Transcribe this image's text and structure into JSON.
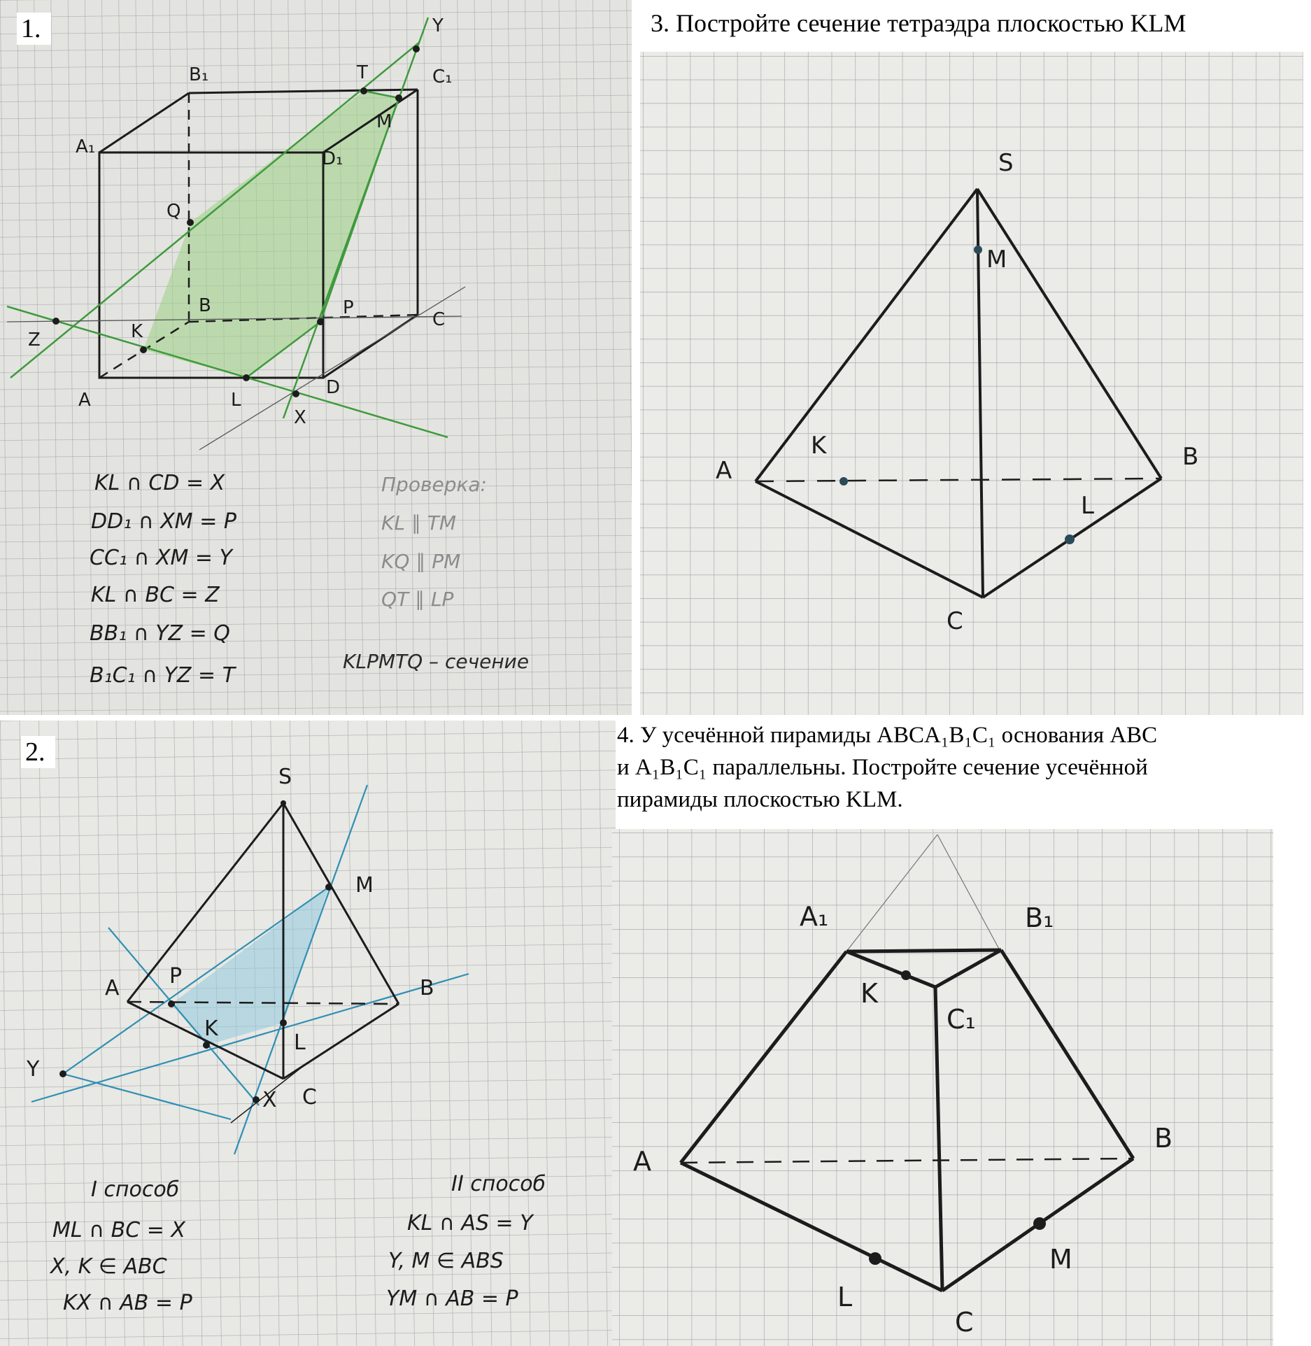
{
  "problems": [
    {
      "number": "1.",
      "vertices": {
        "A": "A",
        "B": "B",
        "C": "C",
        "D": "D",
        "A1": "A₁",
        "B1": "B₁",
        "C1": "C₁",
        "D1": "D₁"
      },
      "points": {
        "K": "K",
        "L": "L",
        "M": "M",
        "P": "P",
        "Q": "Q",
        "T": "T",
        "X": "X",
        "Y": "Y",
        "Z": "Z"
      },
      "solution_steps": [
        "KL ∩ CD = X",
        "DD₁ ∩ XM = P",
        "CC₁ ∩ XM = Y",
        "KL ∩ BC = Z",
        "BB₁ ∩ YZ = Q",
        "B₁C₁ ∩ YZ = T"
      ],
      "check_title": "Проверка:",
      "check_lines": [
        "KL ∥ TM",
        "KQ ∥ PM",
        "QT ∥ LP"
      ],
      "conclusion": "KLPMTQ – сечение"
    },
    {
      "number": "2.",
      "vertices": {
        "S": "S",
        "A": "A",
        "B": "B",
        "C": "C"
      },
      "points": {
        "M": "M",
        "P": "P",
        "K": "K",
        "L": "L",
        "X": "X",
        "Y": "Y"
      },
      "method1_title": "I способ",
      "method1_lines": [
        "ML ∩ BC = X",
        "X, K ∈ ABC",
        "KX ∩ AB = P"
      ],
      "method2_title": "II способ",
      "method2_lines": [
        "KL ∩ AS = Y",
        "Y, M ∈ ABS",
        "YM ∩ AB = P"
      ]
    },
    {
      "number": "3.",
      "statement": "Постройте сечение тетраэдра плоскостью KLM",
      "vertices": {
        "S": "S",
        "A": "A",
        "B": "B",
        "C": "C"
      },
      "points": {
        "K": "K",
        "L": "L",
        "M": "M"
      }
    },
    {
      "number": "4.",
      "statement_lines": [
        "У усечённой пирамиды ABCA₁B₁C₁ основания ABC",
        "и A₁B₁C₁ параллельны. Постройте сечение усечённой",
        "пирамиды плоскостью KLM."
      ],
      "vertices": {
        "A": "A",
        "B": "B",
        "C": "C",
        "A1": "A₁",
        "B1": "B₁",
        "C1": "C₁"
      },
      "points": {
        "K": "K",
        "L": "L",
        "M": "M"
      }
    }
  ],
  "colors": {
    "paper": "#ebebe7",
    "grid": "#a9adb0",
    "ink": "#1c1c1c",
    "green": "#3f9a3c",
    "green_fill": "#9ccf85",
    "blue": "#2f8fb4",
    "blue_fill": "#8fc9dd",
    "pencil": "#555555"
  }
}
